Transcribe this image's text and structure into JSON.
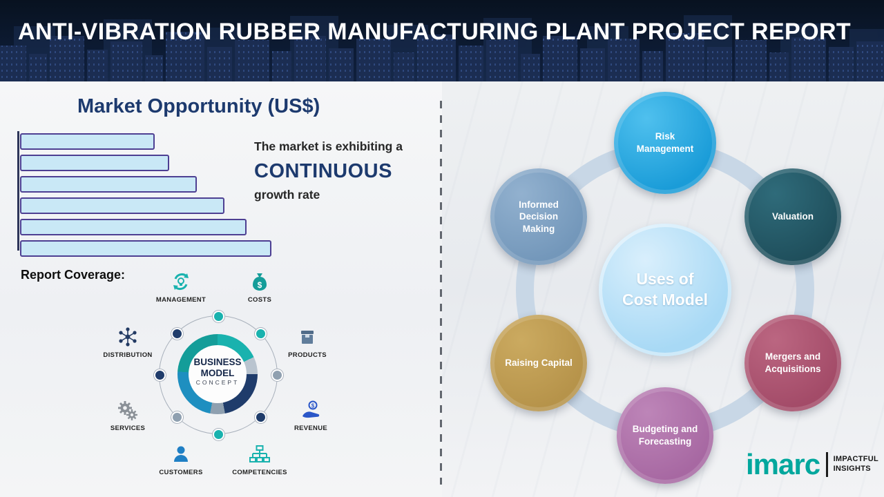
{
  "banner": {
    "title": "ANTI-VIBRATION RUBBER MANUFACTURING PLANT PROJECT REPORT"
  },
  "left": {
    "heading": "Market Opportunity (US$)",
    "statement": {
      "line1": "The market is exhibiting a",
      "line2": "CONTINUOUS",
      "line3": "growth rate"
    },
    "report_coverage_label": "Report Coverage:",
    "business_model": {
      "center": {
        "line1": "BUSINESS",
        "line2": "MODEL",
        "line3": "CONCEPT"
      },
      "items": [
        {
          "label": "MANAGEMENT",
          "icon": "management-icon"
        },
        {
          "label": "COSTS",
          "icon": "costs-icon"
        },
        {
          "label": "DISTRIBUTION",
          "icon": "distribution-icon"
        },
        {
          "label": "PRODUCTS",
          "icon": "products-icon"
        },
        {
          "label": "SERVICES",
          "icon": "services-icon"
        },
        {
          "label": "REVENUE",
          "icon": "revenue-icon"
        },
        {
          "label": "CUSTOMERS",
          "icon": "customers-icon"
        },
        {
          "label": "COMPETENCIES",
          "icon": "competencies-icon"
        }
      ]
    }
  },
  "chart_data": {
    "type": "bar",
    "orientation": "horizontal",
    "title": "Market Opportunity (US$)",
    "categories": [
      "",
      "",
      "",
      "",
      "",
      ""
    ],
    "values": [
      53,
      59,
      70,
      81,
      90,
      100
    ],
    "value_scale": "relative (longest bar = 100); no numeric axis labels shown",
    "xlabel": "",
    "ylabel": "",
    "grid": false,
    "bar_fill": "#c9e8f6",
    "bar_border": "#4d3f92"
  },
  "right": {
    "center": {
      "line1": "Uses of",
      "line2": "Cost Model"
    },
    "nodes": [
      {
        "label": "Risk Management",
        "color": "#1a9cd8",
        "color_light": "#4fc0ee"
      },
      {
        "label": "Valuation",
        "color": "#1f4f5c",
        "color_light": "#2f6b7a"
      },
      {
        "label": "Mergers and Acquisitions",
        "color": "#a34b68",
        "color_light": "#bb6681"
      },
      {
        "label": "Budgeting and Forecasting",
        "color": "#a768a2",
        "color_light": "#bd85b8"
      },
      {
        "label": "Raising Capital",
        "color": "#b6934a",
        "color_light": "#cbaa60"
      },
      {
        "label": "Informed Decision Making",
        "color": "#7397ba",
        "color_light": "#92b1cf"
      }
    ],
    "ring_color": "#c8d7e6",
    "center_color": "#a8d9f5"
  },
  "logo": {
    "brand": "imarc",
    "tagline_line1": "IMPACTFUL",
    "tagline_line2": "INSIGHTS"
  }
}
